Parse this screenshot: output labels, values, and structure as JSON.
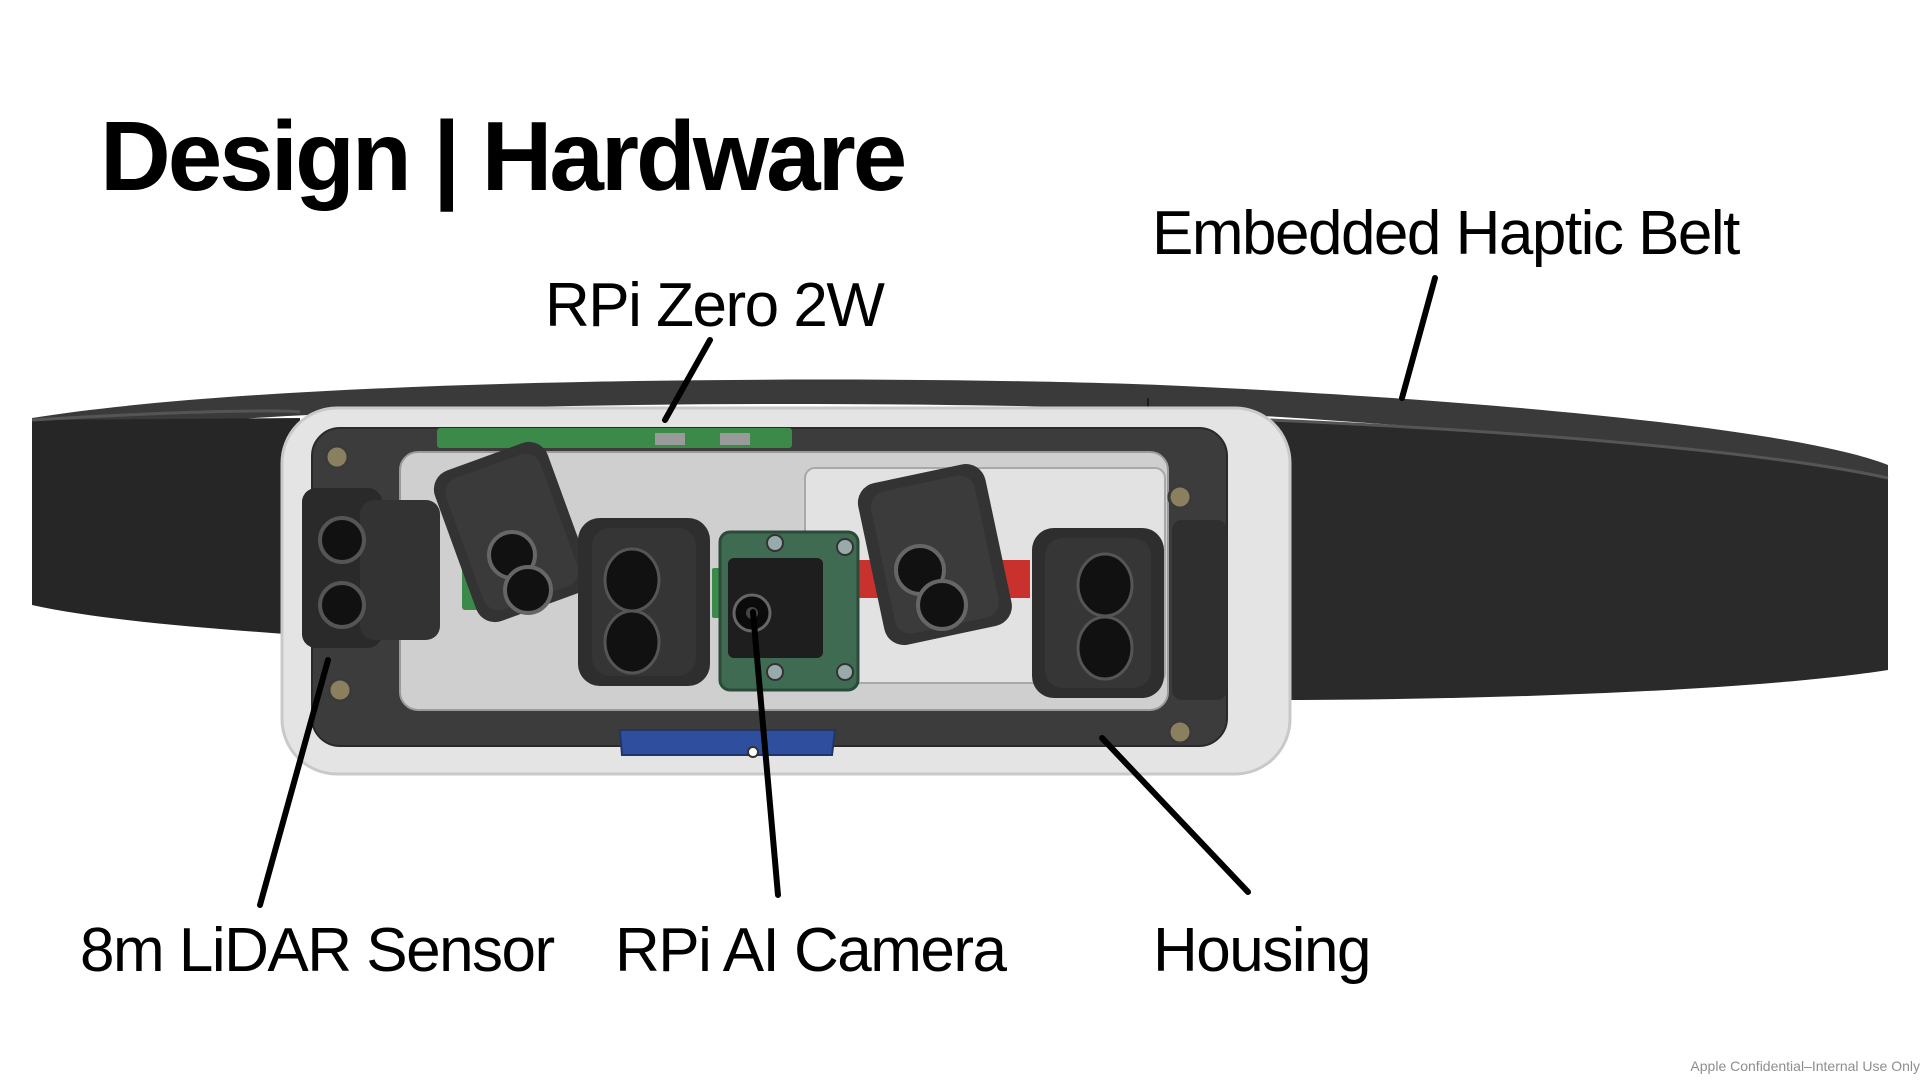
{
  "slide": {
    "title": "Design | Hardware",
    "footer": "Apple Confidential–Internal Use Only"
  },
  "callouts": {
    "rpi_zero": "RPi Zero 2W",
    "belt": "Embedded Haptic Belt",
    "lidar": "8m LiDAR Sensor",
    "camera": "RPi AI Camera",
    "housing": "Housing"
  },
  "colors": {
    "belt": "#2b2b2b",
    "housing_shell": "#e6e6e6",
    "sensor_body": "#2e2e2e",
    "camera_board": "#3f6b52",
    "pcb_green": "#3b8a4a",
    "sd_card": "#2f4f9e",
    "accent_red": "#c9312c",
    "leader_line": "#000000",
    "footer_text": "#8e8e8e"
  }
}
